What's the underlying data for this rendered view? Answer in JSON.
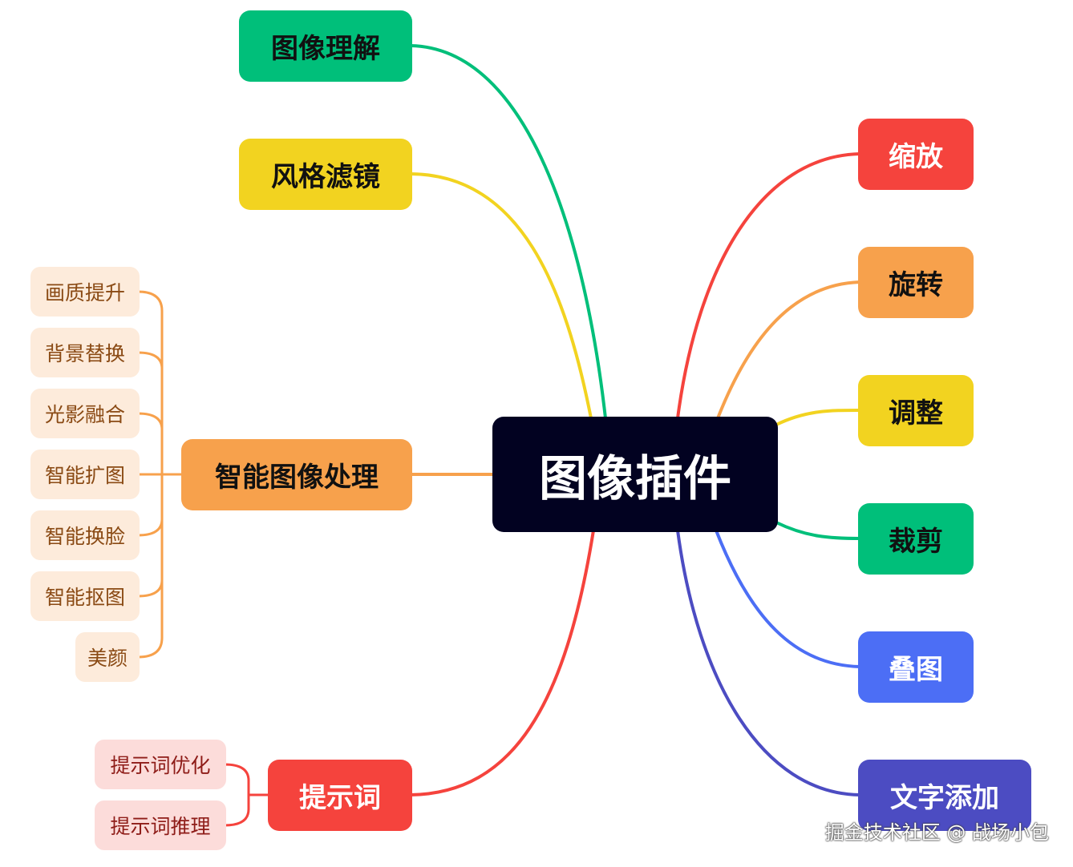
{
  "center": {
    "label": "图像插件"
  },
  "left_branches": [
    {
      "label": "图像理解",
      "color": "#00BF7A"
    },
    {
      "label": "风格滤镜",
      "color": "#F2D320"
    },
    {
      "label": "智能图像处理",
      "color": "#F7A14C"
    },
    {
      "label": "提示词",
      "color": "#F5433D"
    }
  ],
  "right_branches": [
    {
      "label": "缩放",
      "color": "#F5433D"
    },
    {
      "label": "旋转",
      "color": "#F7A14C"
    },
    {
      "label": "调整",
      "color": "#F2D320"
    },
    {
      "label": "裁剪",
      "color": "#00BF7A"
    },
    {
      "label": "叠图",
      "color": "#4C6EF5"
    },
    {
      "label": "文字添加",
      "color": "#4C4CC2"
    }
  ],
  "image_processing_children": [
    "画质提升",
    "背景替换",
    "光影融合",
    "智能扩图",
    "智能换脸",
    "智能抠图",
    "美颜"
  ],
  "prompt_children": [
    "提示词优化",
    "提示词推理"
  ],
  "leaf_colors": {
    "image_processing_bg": "#FDEBDB",
    "image_processing_text": "#8A4A14",
    "prompt_bg": "#FCDCDA",
    "prompt_text": "#8E1C18"
  },
  "watermark": "掘金技术社区 @ 战场小包"
}
